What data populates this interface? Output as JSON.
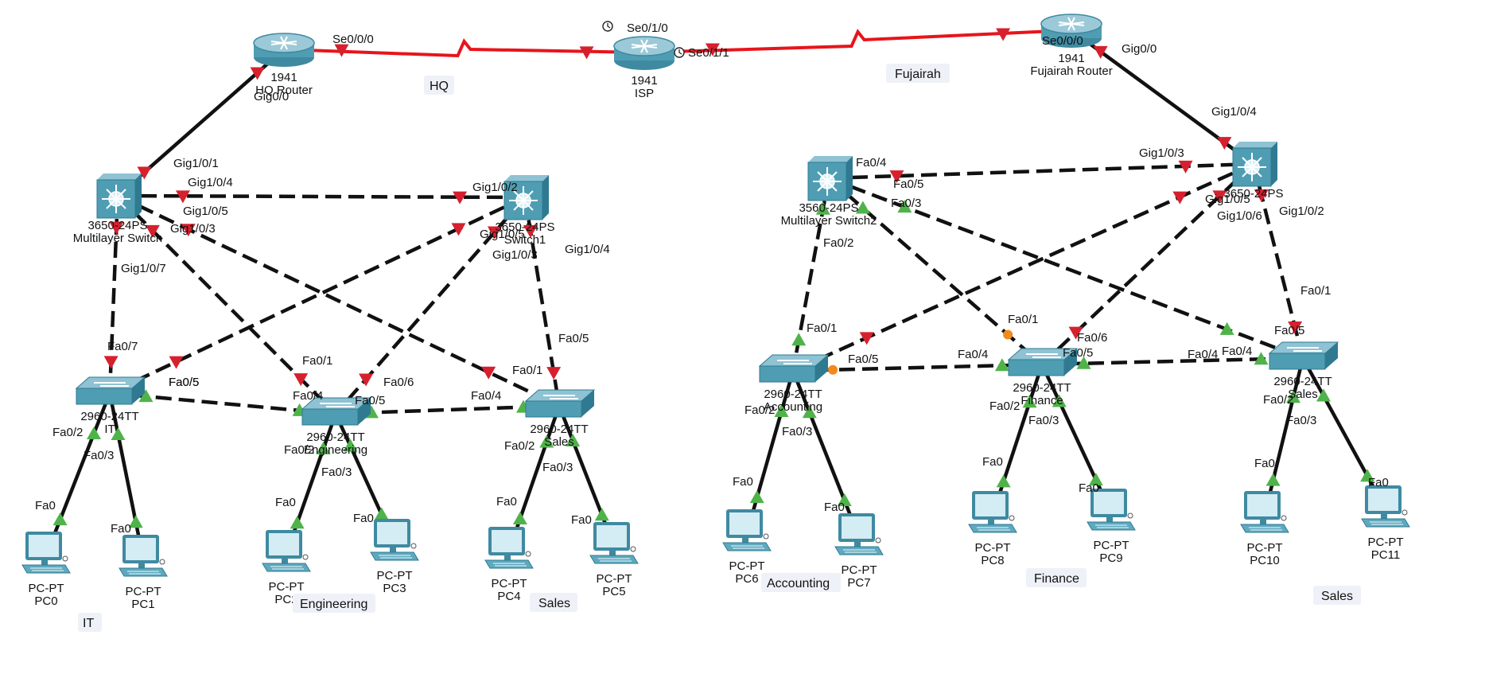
{
  "colors": {
    "serial": "#e8141b",
    "ethernet": "#111111",
    "link_down": "#d6202e",
    "link_up": "#4fb34a",
    "link_blocking": "#f08a1c",
    "device_teal": "#4f9db3",
    "label_bg": "#eef1f7"
  },
  "area_labels": {
    "hq": "HQ",
    "fujairah": "Fujairah",
    "it": "IT",
    "engineering": "Engineering",
    "sales_hq": "Sales",
    "accounting": "Accounting",
    "finance": "Finance",
    "sales_fuj": "Sales"
  },
  "devices": [
    {
      "id": "hq-router",
      "kind": "router",
      "model": "1941",
      "name": "HQ Router"
    },
    {
      "id": "isp",
      "kind": "router",
      "model": "1941",
      "name": "ISP"
    },
    {
      "id": "fuj-router",
      "kind": "router",
      "model": "1941",
      "name": "Fujairah Router"
    },
    {
      "id": "mls1",
      "kind": "mlswitch",
      "model": "3650-24PS",
      "name": "Multilayer Switch"
    },
    {
      "id": "mls2",
      "kind": "mlswitch",
      "model": "3650-24PS",
      "name": "Switch1"
    },
    {
      "id": "mls3",
      "kind": "mlswitch",
      "model": "3560-24PS",
      "name": "Multilayer Switch2"
    },
    {
      "id": "mls4",
      "kind": "mlswitch",
      "model": "3650-24PS",
      "name": ""
    },
    {
      "id": "sw-it",
      "kind": "switch",
      "model": "2960-24TT",
      "name": "IT"
    },
    {
      "id": "sw-eng",
      "kind": "switch",
      "model": "2960-24TT",
      "name": "Engineering"
    },
    {
      "id": "sw-sales1",
      "kind": "switch",
      "model": "2960-24TT",
      "name": "Sales"
    },
    {
      "id": "sw-acc",
      "kind": "switch",
      "model": "2960-24TT",
      "name": "Accounting"
    },
    {
      "id": "sw-fin",
      "kind": "switch",
      "model": "2960-24TT",
      "name": "Finance"
    },
    {
      "id": "sw-sales2",
      "kind": "switch",
      "model": "2960-24TT",
      "name": "Sales"
    },
    {
      "id": "pc0",
      "kind": "pc",
      "model": "PC-PT",
      "name": "PC0"
    },
    {
      "id": "pc1",
      "kind": "pc",
      "model": "PC-PT",
      "name": "PC1"
    },
    {
      "id": "pc2",
      "kind": "pc",
      "model": "PC-PT",
      "name": "PC2"
    },
    {
      "id": "pc3",
      "kind": "pc",
      "model": "PC-PT",
      "name": "PC3"
    },
    {
      "id": "pc4",
      "kind": "pc",
      "model": "PC-PT",
      "name": "PC4"
    },
    {
      "id": "pc5",
      "kind": "pc",
      "model": "PC-PT",
      "name": "PC5"
    },
    {
      "id": "pc6",
      "kind": "pc",
      "model": "PC-PT",
      "name": "PC6"
    },
    {
      "id": "pc7",
      "kind": "pc",
      "model": "PC-PT",
      "name": "PC7"
    },
    {
      "id": "pc8",
      "kind": "pc",
      "model": "PC-PT",
      "name": "PC8"
    },
    {
      "id": "pc9",
      "kind": "pc",
      "model": "PC-PT",
      "name": "PC9"
    },
    {
      "id": "pc10",
      "kind": "pc",
      "model": "PC-PT",
      "name": "PC10"
    },
    {
      "id": "pc11",
      "kind": "pc",
      "model": "PC-PT",
      "name": "PC11"
    }
  ],
  "links": [
    {
      "a": "hq-router",
      "b": "isp",
      "type": "serial",
      "a_port": "Se0/0/0",
      "b_port": "Se0/1/0",
      "a_status": "down",
      "b_status": "down"
    },
    {
      "a": "isp",
      "b": "fuj-router",
      "type": "serial",
      "a_port": "Se0/1/1",
      "b_port": "Se0/0/0",
      "a_status": "down",
      "b_status": "down"
    },
    {
      "a": "hq-router",
      "b": "mls1",
      "type": "solid",
      "a_port": "Gig0/0",
      "b_port": "Gig1/0/1",
      "a_status": "down",
      "b_status": "down"
    },
    {
      "a": "fuj-router",
      "b": "mls4",
      "type": "solid",
      "a_port": "Gig0/0",
      "b_port": "Gig1/0/4",
      "a_status": "down",
      "b_status": "down"
    },
    {
      "a": "mls1",
      "b": "mls2",
      "type": "dashed",
      "a_port": "Gig1/0/4",
      "b_port": "Gig1/0/2",
      "a_status": "down",
      "b_status": "down"
    },
    {
      "a": "mls1",
      "b": "sw-it",
      "type": "dashed",
      "a_port": "Gig1/0/7",
      "b_port": "Fa0/7",
      "a_status": "down",
      "b_status": "down"
    },
    {
      "a": "mls1",
      "b": "sw-eng",
      "type": "dashed",
      "a_port": "Gig1/0/3",
      "b_port": "Fa0/1",
      "a_status": "down",
      "b_status": "down"
    },
    {
      "a": "mls1",
      "b": "sw-sales1",
      "type": "dashed",
      "a_port": "Gig1/0/5",
      "b_port": "Fa0/1",
      "a_status": "down",
      "b_status": "down"
    },
    {
      "a": "mls2",
      "b": "sw-it",
      "type": "dashed",
      "a_port": "Gig1/0/5",
      "b_port": "Fa0/5",
      "a_status": "down",
      "b_status": "down"
    },
    {
      "a": "mls2",
      "b": "sw-eng",
      "type": "dashed",
      "a_port": "Gig1/0/3",
      "b_port": "Fa0/6",
      "a_status": "down",
      "b_status": "down"
    },
    {
      "a": "mls2",
      "b": "sw-sales1",
      "type": "dashed",
      "a_port": "Gig1/0/4",
      "b_port": "Fa0/5",
      "a_status": "down",
      "b_status": "down"
    },
    {
      "a": "sw-it",
      "b": "sw-eng",
      "type": "dashed",
      "a_port": "Fa0/5",
      "b_port": "Fa0/4",
      "a_status": "up",
      "b_status": "up"
    },
    {
      "a": "sw-eng",
      "b": "sw-sales1",
      "type": "dashed",
      "a_port": "Fa0/5",
      "b_port": "Fa0/4",
      "a_status": "up",
      "b_status": "up"
    },
    {
      "a": "sw-it",
      "b": "pc0",
      "type": "solid",
      "a_port": "Fa0/2",
      "b_port": "Fa0",
      "a_status": "up",
      "b_status": "up"
    },
    {
      "a": "sw-it",
      "b": "pc1",
      "type": "solid",
      "a_port": "Fa0/3",
      "b_port": "Fa0",
      "a_status": "up",
      "b_status": "up"
    },
    {
      "a": "sw-eng",
      "b": "pc2",
      "type": "solid",
      "a_port": "Fa0/2",
      "b_port": "Fa0",
      "a_status": "up",
      "b_status": "up"
    },
    {
      "a": "sw-eng",
      "b": "pc3",
      "type": "solid",
      "a_port": "Fa0/3",
      "b_port": "Fa0",
      "a_status": "up",
      "b_status": "up"
    },
    {
      "a": "sw-sales1",
      "b": "pc4",
      "type": "solid",
      "a_port": "Fa0/2",
      "b_port": "Fa0",
      "a_status": "up",
      "b_status": "up"
    },
    {
      "a": "sw-sales1",
      "b": "pc5",
      "type": "solid",
      "a_port": "Fa0/3",
      "b_port": "Fa0",
      "a_status": "up",
      "b_status": "up"
    },
    {
      "a": "mls3",
      "b": "mls4",
      "type": "dashed",
      "a_port": "Fa0/4",
      "b_port": "Gig1/0/3",
      "a_status": "down",
      "b_status": "down"
    },
    {
      "a": "mls3",
      "b": "sw-acc",
      "type": "dashed",
      "a_port": "Fa0/2",
      "b_port": "Fa0/1",
      "a_status": "up",
      "b_status": "up"
    },
    {
      "a": "mls3",
      "b": "sw-fin",
      "type": "dashed",
      "a_port": "Fa0/3",
      "b_port": "Fa0/1",
      "a_status": "up",
      "b_status": "blocking"
    },
    {
      "a": "mls3",
      "b": "sw-sales2",
      "type": "dashed",
      "a_port": "Fa0/5",
      "b_port": "Fa0/5",
      "a_status": "up",
      "b_status": "up"
    },
    {
      "a": "mls4",
      "b": "sw-acc",
      "type": "dashed",
      "a_port": "Gig1/0/5",
      "b_port": "Fa0/4",
      "a_status": "down",
      "b_status": "down"
    },
    {
      "a": "mls4",
      "b": "sw-fin",
      "type": "dashed",
      "a_port": "Gig1/0/6",
      "b_port": "Fa0/6",
      "a_status": "down",
      "b_status": "down"
    },
    {
      "a": "mls4",
      "b": "sw-sales2",
      "type": "dashed",
      "a_port": "Gig1/0/2",
      "b_port": "Fa0/1",
      "a_status": "down",
      "b_status": "down"
    },
    {
      "a": "sw-acc",
      "b": "sw-fin",
      "type": "dashed",
      "a_port": "Fa0/5",
      "b_port": "Fa0/4",
      "a_status": "blocking",
      "b_status": "up"
    },
    {
      "a": "sw-fin",
      "b": "sw-sales2",
      "type": "dashed",
      "a_port": "Fa0/5",
      "b_port": "Fa0/4",
      "a_status": "up",
      "b_status": "up"
    },
    {
      "a": "sw-acc",
      "b": "pc6",
      "type": "solid",
      "a_port": "Fa0/2",
      "b_port": "Fa0",
      "a_status": "up",
      "b_status": "up"
    },
    {
      "a": "sw-acc",
      "b": "pc7",
      "type": "solid",
      "a_port": "Fa0/3",
      "b_port": "Fa0",
      "a_status": "up",
      "b_status": "up"
    },
    {
      "a": "sw-fin",
      "b": "pc8",
      "type": "solid",
      "a_port": "Fa0/2",
      "b_port": "Fa0",
      "a_status": "up",
      "b_status": "up"
    },
    {
      "a": "sw-fin",
      "b": "pc9",
      "type": "solid",
      "a_port": "Fa0/3",
      "b_port": "Fa0",
      "a_status": "up",
      "b_status": "up"
    },
    {
      "a": "sw-sales2",
      "b": "pc10",
      "type": "solid",
      "a_port": "Fa0/2",
      "b_port": "Fa0",
      "a_status": "up",
      "b_status": "up"
    },
    {
      "a": "sw-sales2",
      "b": "pc11",
      "type": "solid",
      "a_port": "Fa0/3",
      "b_port": "Fa0",
      "a_status": "up",
      "b_status": "up"
    }
  ]
}
